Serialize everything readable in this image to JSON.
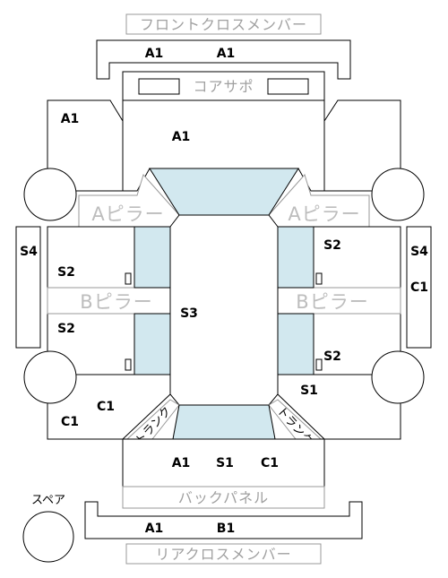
{
  "labels": {
    "front_cross_member": "フロントクロスメンバー",
    "core_support": "コアサポ",
    "a_pillar": "Aピラー",
    "b_pillar": "Bピラー",
    "back_panel": "バックパネル",
    "rear_cross_member": "リアクロスメンバー",
    "spare": "スペア",
    "trunk": "トランク"
  },
  "codes": {
    "front_member_left": "A1",
    "front_member_right": "A1",
    "left_fender": "A1",
    "hood": "A1",
    "right_side_top": "S4",
    "right_side_bottom": "C1",
    "left_side": "S4",
    "left_upper_door": "S2",
    "right_upper_door": "S2",
    "roof": "S3",
    "left_lower_door": "S2",
    "right_lower_door": "S2",
    "right_rear_quarter": "S1",
    "left_rear_quarter_inner": "C1",
    "left_rear_quarter_outer": "C1",
    "rear_left": "A1",
    "rear_center": "S1",
    "rear_right": "C1",
    "rear_member_left": "A1",
    "rear_member_right": "B1"
  }
}
